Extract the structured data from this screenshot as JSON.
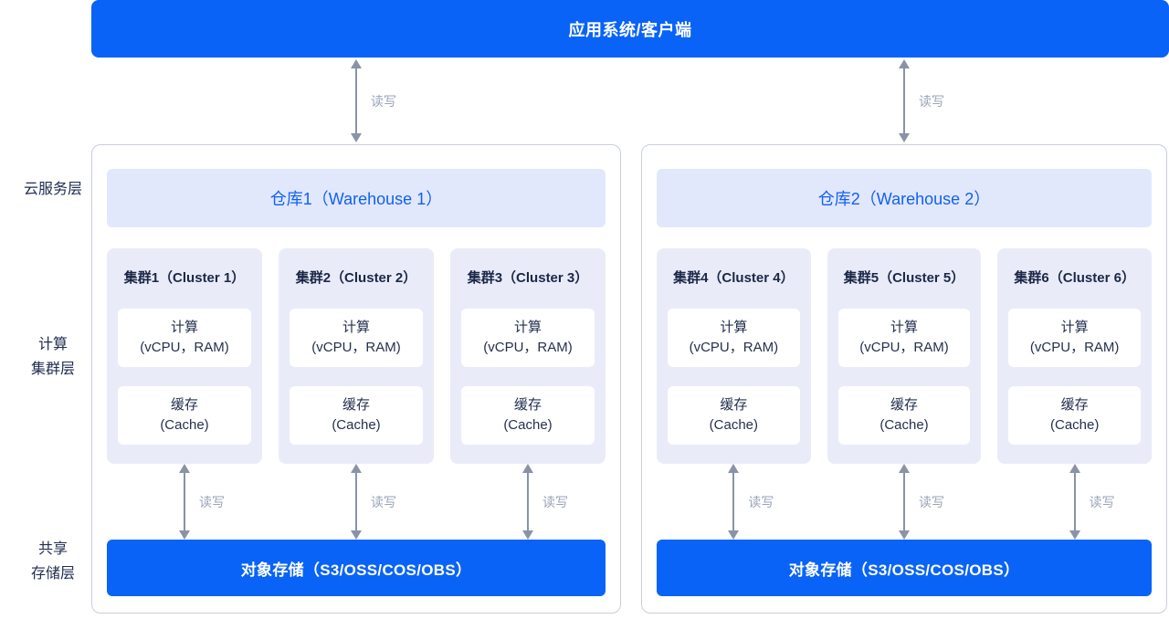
{
  "colors": {
    "accent_blue": "#0A63F7",
    "warehouse_header_fill": "#E2E8FC",
    "cluster_fill": "#E9ECF8",
    "arrow_gray": "#8A93A6",
    "text_dark": "#25304F",
    "title_blue": "#1061F5"
  },
  "app_bar": {
    "label": "应用系统/客户端"
  },
  "arrow_label": "读写",
  "layer_labels": {
    "cloud_service": "云服务层",
    "compute_cluster": [
      "计算",
      "集群层"
    ],
    "shared_storage": [
      "共享",
      "存储层"
    ]
  },
  "warehouses": [
    {
      "title": "仓库1（Warehouse 1）",
      "clusters": [
        {
          "title": "集群1（Cluster 1）",
          "compute": [
            "计算",
            "(vCPU，RAM)"
          ],
          "cache": [
            "缓存",
            "(Cache)"
          ]
        },
        {
          "title": "集群2（Cluster 2）",
          "compute": [
            "计算",
            "(vCPU，RAM)"
          ],
          "cache": [
            "缓存",
            "(Cache)"
          ]
        },
        {
          "title": "集群3（Cluster 3）",
          "compute": [
            "计算",
            "(vCPU，RAM)"
          ],
          "cache": [
            "缓存",
            "(Cache)"
          ]
        }
      ],
      "storage": "对象存储（S3/OSS/COS/OBS）"
    },
    {
      "title": "仓库2（Warehouse 2）",
      "clusters": [
        {
          "title": "集群4（Cluster 4）",
          "compute": [
            "计算",
            "(vCPU，RAM)"
          ],
          "cache": [
            "缓存",
            "(Cache)"
          ]
        },
        {
          "title": "集群5（Cluster 5）",
          "compute": [
            "计算",
            "(vCPU，RAM)"
          ],
          "cache": [
            "缓存",
            "(Cache)"
          ]
        },
        {
          "title": "集群6（Cluster 6）",
          "compute": [
            "计算",
            "(vCPU，RAM)"
          ],
          "cache": [
            "缓存",
            "(Cache)"
          ]
        }
      ],
      "storage": "对象存储（S3/OSS/COS/OBS）"
    }
  ]
}
